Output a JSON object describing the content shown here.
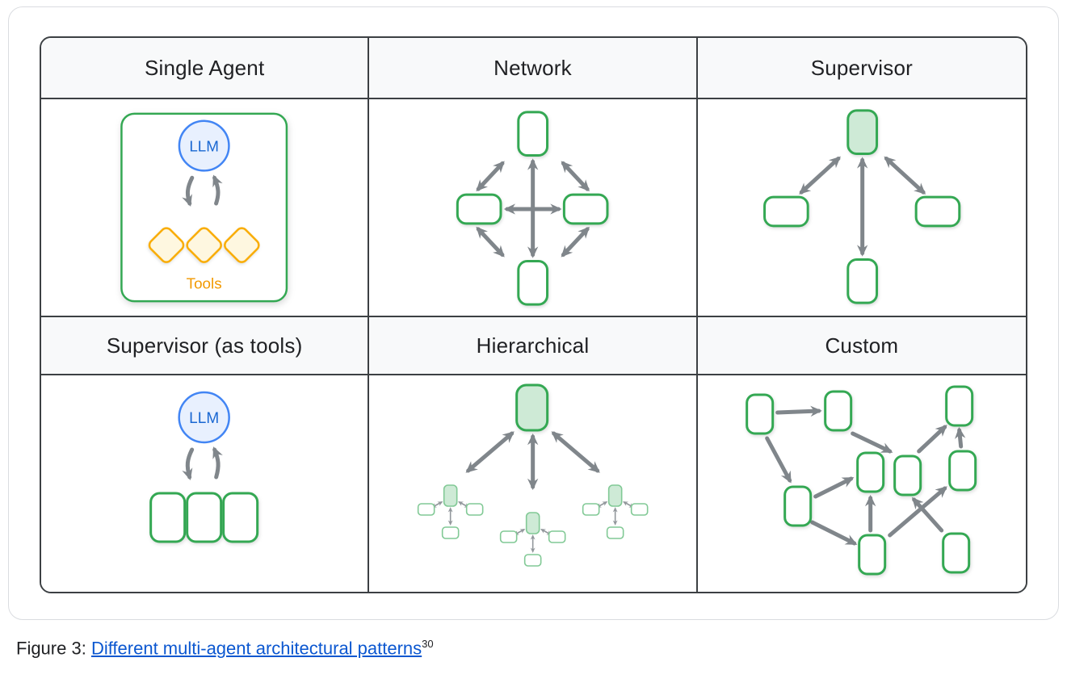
{
  "cells": {
    "single_agent": {
      "title": "Single Agent",
      "llm_label": "LLM",
      "tools_label": "Tools"
    },
    "network": {
      "title": "Network"
    },
    "supervisor": {
      "title": "Supervisor"
    },
    "supervisor_as_tools": {
      "title": "Supervisor (as tools)",
      "llm_label": "LLM"
    },
    "hierarchical": {
      "title": "Hierarchical"
    },
    "custom": {
      "title": "Custom"
    }
  },
  "caption": {
    "prefix": "Figure 3: ",
    "link_text": "Different multi-agent architectural patterns",
    "footnote": "30"
  },
  "colors": {
    "green": "#34a853",
    "green_fill": "#ceead6",
    "green_light": "#81c995",
    "blue": "#4285f4",
    "blue_fill": "#e8f0fe",
    "blue_text": "#1967d2",
    "orange": "#f9ab00",
    "orange_fill": "#fef7e0",
    "orange_text": "#f29900",
    "arrow_gray": "#80868b",
    "ink": "#202124",
    "link": "#0b57d0",
    "table_border": "#3c4043",
    "header_bg": "#f8f9fa",
    "panel_border": "#dadce0"
  }
}
